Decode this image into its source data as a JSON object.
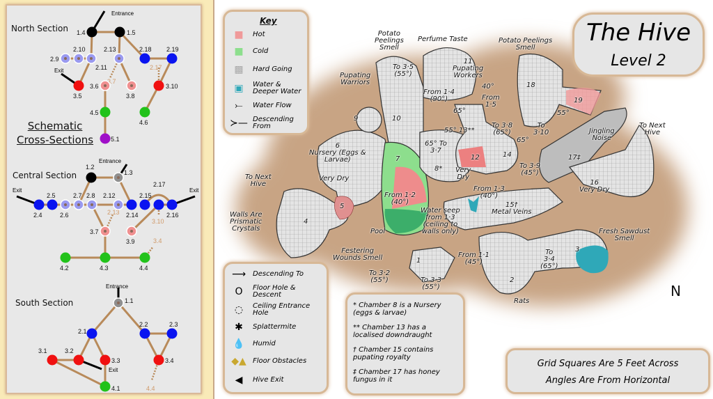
{
  "schematic": {
    "title_line1": "Schematic",
    "title_line2": "Cross-Sections",
    "sections": [
      {
        "title": "North Section",
        "entrance": "Entrance",
        "exit": "Exit"
      },
      {
        "title": "Central Section",
        "entrance": "Entrance",
        "exit_left": "Exit",
        "exit_right": "Exit"
      },
      {
        "title": "South Section",
        "entrance": "Entrance",
        "exit": "Exit"
      }
    ],
    "colors": {
      "level1": "#000000",
      "level2": "#0a14f0",
      "level3": "#f01010",
      "level4": "#22c21a",
      "level5": "#a010c8",
      "ring_blue": "#9a9af0",
      "ring_red": "#f09090",
      "ring_gray": "#909090",
      "link": "#b88a5a"
    },
    "nodes": [
      {
        "id": "1.4",
        "style": "level1"
      },
      {
        "id": "1.5",
        "style": "level1"
      },
      {
        "id": "2.9",
        "style": "ring_blue"
      },
      {
        "id": "2.10",
        "style": "ring_blue"
      },
      {
        "id": "2.11",
        "style": "ring_blue"
      },
      {
        "id": "2.13",
        "style": "ring_blue"
      },
      {
        "id": "2.18",
        "style": "level2"
      },
      {
        "id": "2.19",
        "style": "level2"
      },
      {
        "id": "3.5",
        "style": "level3"
      },
      {
        "id": "3.6",
        "style": "ring_red"
      },
      {
        "id": "3.8",
        "style": "ring_red"
      },
      {
        "id": "3.10",
        "style": "level3"
      },
      {
        "id": "4.5",
        "style": "level4"
      },
      {
        "id": "4.6",
        "style": "level4"
      },
      {
        "id": "5.1",
        "style": "level5"
      },
      {
        "id": "1.2",
        "style": "level1"
      },
      {
        "id": "1.3",
        "style": "ring_gray"
      },
      {
        "id": "2.4",
        "style": "level2"
      },
      {
        "id": "2.5",
        "style": "level2"
      },
      {
        "id": "2.6",
        "style": "ring_blue"
      },
      {
        "id": "2.7",
        "style": "ring_blue"
      },
      {
        "id": "2.8",
        "style": "ring_blue"
      },
      {
        "id": "2.12",
        "style": "ring_blue"
      },
      {
        "id": "2.14",
        "style": "level2"
      },
      {
        "id": "2.15",
        "style": "level2"
      },
      {
        "id": "2.17",
        "style": "level2"
      },
      {
        "id": "2.16",
        "style": "level2"
      },
      {
        "id": "3.7",
        "style": "ring_red"
      },
      {
        "id": "3.9",
        "style": "ring_red"
      },
      {
        "id": "4.2",
        "style": "level4"
      },
      {
        "id": "4.3",
        "style": "level4"
      },
      {
        "id": "4.4",
        "style": "level4"
      },
      {
        "id": "1.1",
        "style": "ring_gray"
      },
      {
        "id": "2.1",
        "style": "level2"
      },
      {
        "id": "2.2",
        "style": "level2"
      },
      {
        "id": "2.3",
        "style": "level2"
      },
      {
        "id": "3.1",
        "style": "level3"
      },
      {
        "id": "3.2",
        "style": "level3"
      },
      {
        "id": "3.3",
        "style": "level3"
      },
      {
        "id": "3.4",
        "style": "level3"
      },
      {
        "id": "4.1",
        "style": "level4"
      }
    ],
    "offmap_refs": [
      "3.7",
      "2.17",
      "2.13",
      "3.10",
      "3.4",
      "4.4"
    ]
  },
  "map": {
    "title": "The Hive",
    "subtitle": "Level 2",
    "compass": "N",
    "key": {
      "title": "Key",
      "items": [
        "Hot",
        "Cold",
        "Hard Going",
        "Water &\nDeeper Water",
        "Water Flow",
        "Descending\nFrom"
      ]
    },
    "legend": [
      "Descending To",
      "Floor Hole &\nDescent",
      "Ceiling Entrance\nHole",
      "Splattermite",
      "Humid",
      "Floor Obstacles",
      "Hive Exit"
    ],
    "notes": [
      "* Chamber 8 is a Nursery\n(eggs & larvae)",
      "** Chamber 13 has a\nlocalised downdraught",
      "† Chamber 15 contains\npupating royalty",
      "‡ Chamber 17 has honey\nfungus in it"
    ],
    "scale_note": [
      "Grid Squares Are 5 Feet Across",
      "Angles Are From Horizontal"
    ],
    "labels": [
      "Potato\nPeelings\nSmell",
      "Perfume Taste",
      "Potato Peelings\nSmell",
      "Pupating\nWarriors",
      "To 3·5\n(55°)",
      "11\nPupating\nWorkers",
      "From 1·4\n(90°)",
      "40°",
      "18",
      "From\n1·5",
      "19",
      "65°",
      "55°",
      "9",
      "10",
      "To 3·8\n(65°)",
      "55° 13**",
      "To\n3·10",
      "65°",
      "Jingling\nNoise",
      "To Next\nHive",
      "6\nNursery (Eggs &\nLarvae)",
      "65° To\n3·7",
      "7",
      "12",
      "14",
      "To 3·9\n(45°)",
      "17‡",
      "8*",
      "Very\nDry",
      "To Next\nHive",
      "Very Dry",
      "From 1·3\n(40°)",
      "16\nVery Dry",
      "5",
      "From 1·2\n(40°)",
      "Water seep\nfrom 1·3\n(ceiling to\nwalls only)",
      "15†\nMetal Veins",
      "Walls Are\nPrismatic\nCrystals",
      "4",
      "Pool",
      "Fresh Sawdust\nSmell",
      "3",
      "Festering\nWounds Smell",
      "1",
      "From 1·1\n(45°)",
      "To\n3·4\n(65°)",
      "To 3·2\n(55°)",
      "To 3·3\n(55°)",
      "2",
      "Rats"
    ]
  }
}
